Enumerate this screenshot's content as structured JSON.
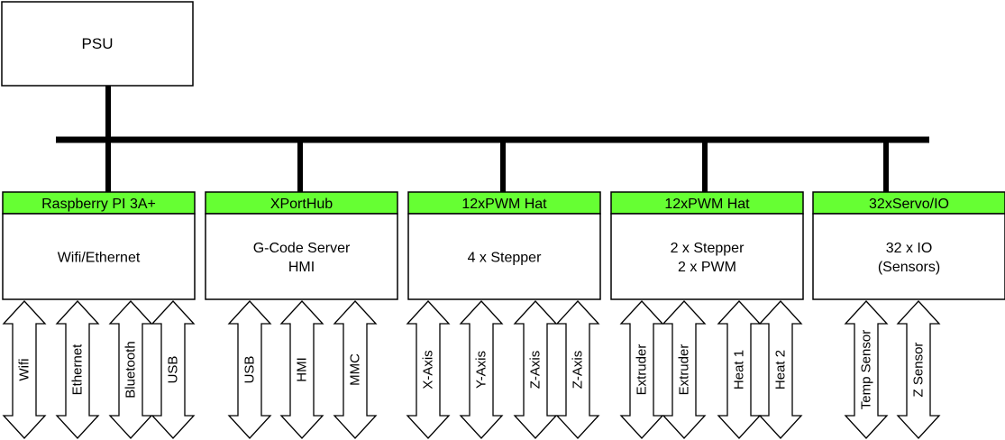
{
  "colors": {
    "header_fill": "#66ff33",
    "line": "#000000",
    "box_fill": "#ffffff"
  },
  "psu": {
    "label": "PSU"
  },
  "modules": [
    {
      "header": "Raspberry PI 3A+",
      "body": [
        "Wifi/Ethernet"
      ],
      "ports": [
        "Wifi",
        "Ethernet",
        "Bluetooth",
        "USB"
      ]
    },
    {
      "header": "XPortHub",
      "body": [
        "G-Code Server",
        "HMI"
      ],
      "ports": [
        "USB",
        "HMI",
        "MMC"
      ]
    },
    {
      "header": "12xPWM Hat",
      "body": [
        "4 x Stepper"
      ],
      "ports": [
        "X-Axis",
        "Y-Axis",
        "Z-Axis",
        "Z-Axis"
      ]
    },
    {
      "header": "12xPWM Hat",
      "body": [
        "2 x Stepper",
        "2 x PWM"
      ],
      "ports": [
        "Extruder",
        "Extruder",
        "Heat 1",
        "Heat 2"
      ]
    },
    {
      "header": "32xServo/IO",
      "body": [
        "32 x IO",
        "(Sensors)"
      ],
      "ports": [
        "Temp Sensor",
        "Z Sensor"
      ]
    }
  ]
}
